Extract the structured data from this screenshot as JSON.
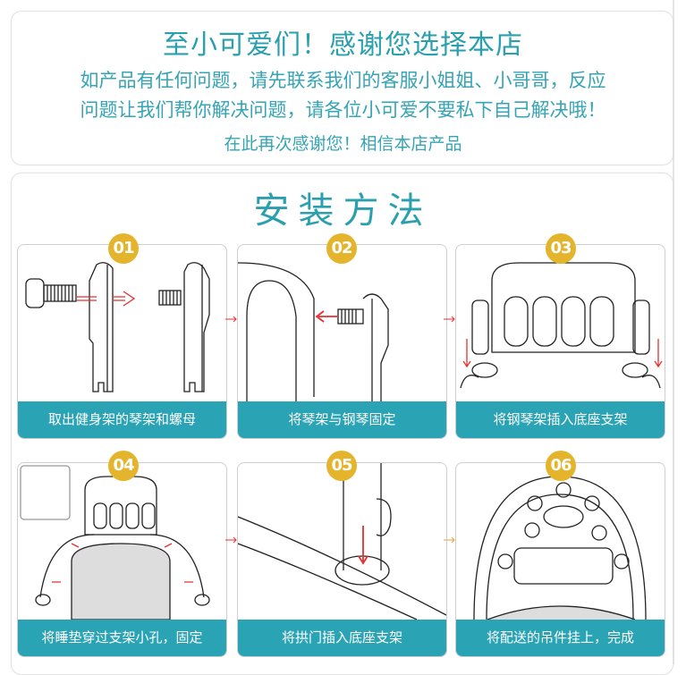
{
  "greeting": {
    "title": "至小可爱们！感谢您选择本店",
    "line1": "如产品有任何问题，请先联系我们的客服小姐姐、小哥哥，反应",
    "line2": "问题让我们帮你解决问题，请各位小可爱不要私下自己解决哦！",
    "line3": "在此再次感谢您！相信本店产品"
  },
  "install": {
    "title": "安装方法",
    "steps": [
      {
        "number": "01",
        "caption": "取出健身架的琴架和螺母"
      },
      {
        "number": "02",
        "caption": "将琴架与钢琴固定"
      },
      {
        "number": "03",
        "caption": "将钢琴架插入底座支架"
      },
      {
        "number": "04",
        "caption": "将睡垫穿过支架小孔，固定"
      },
      {
        "number": "05",
        "caption": "将拱门插入底座支架"
      },
      {
        "number": "06",
        "caption": "将配送的吊件挂上，完成"
      }
    ]
  },
  "colors": {
    "accent": "#2aa3b5",
    "badge": "#e4b42c",
    "arrow": "#e53030"
  }
}
